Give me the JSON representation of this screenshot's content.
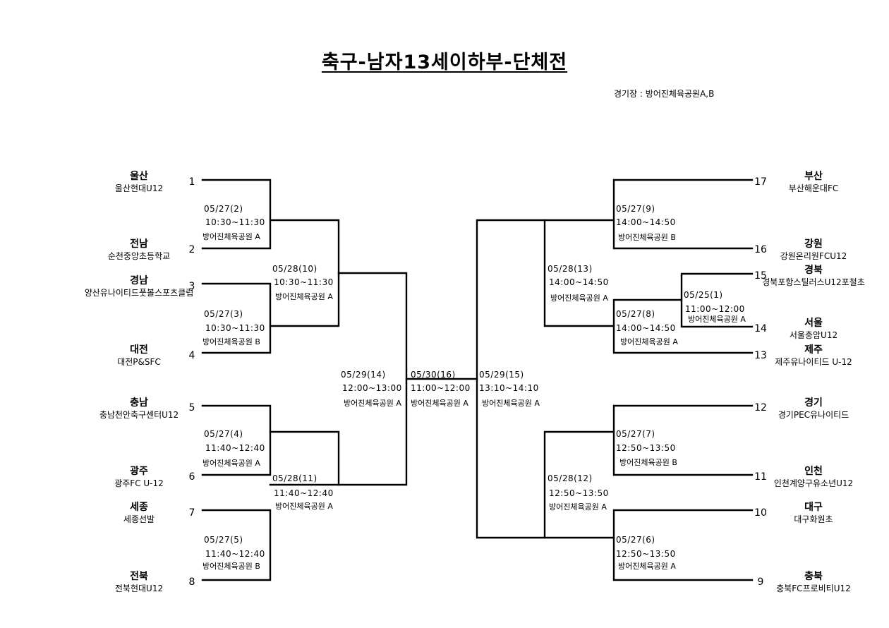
{
  "title": "축구-남자13세이하부-단체전",
  "venue": "경기장 : 방어진체육공원A,B",
  "teams": [
    {
      "seed": "1",
      "region": "울산",
      "club": "울산현대U12"
    },
    {
      "seed": "2",
      "region": "전남",
      "club": "순천중앙초등학교"
    },
    {
      "seed": "3",
      "region": "경남",
      "club": "양산유나이티드풋볼스포츠클럽"
    },
    {
      "seed": "4",
      "region": "대전",
      "club": "대전P&SFC"
    },
    {
      "seed": "5",
      "region": "충남",
      "club": "충남천안축구센터U12"
    },
    {
      "seed": "6",
      "region": "광주",
      "club": "광주FC U-12"
    },
    {
      "seed": "7",
      "region": "세종",
      "club": "세종선발"
    },
    {
      "seed": "8",
      "region": "전북",
      "club": "전북현대U12"
    },
    {
      "seed": "9",
      "region": "충북",
      "club": "충북FC프로비티U12"
    },
    {
      "seed": "10",
      "region": "대구",
      "club": "대구화원초"
    },
    {
      "seed": "11",
      "region": "인천",
      "club": "인천계양구유소년U12"
    },
    {
      "seed": "12",
      "region": "경기",
      "club": "경기PEC유나이티드"
    },
    {
      "seed": "13",
      "region": "제주",
      "club": "제주유나이티드 U-12"
    },
    {
      "seed": "14",
      "region": "서울",
      "club": "서울충암U12"
    },
    {
      "seed": "15",
      "region": "경북",
      "club": "경북포항스틸러스U12포철초"
    },
    {
      "seed": "16",
      "region": "강원",
      "club": "강원온리원FCU12"
    },
    {
      "seed": "17",
      "region": "부산",
      "club": "부산해운대FC"
    }
  ],
  "matches": [
    {
      "date": "05/27(2)",
      "time": "10:30~11:30",
      "venue": "방어진체육공원 A"
    },
    {
      "date": "05/27(3)",
      "time": "10:30~11:30",
      "venue": "방어진체육공원 B"
    },
    {
      "date": "05/27(4)",
      "time": "11:40~12:40",
      "venue": "방어진체육공원 A"
    },
    {
      "date": "05/27(5)",
      "time": "11:40~12:40",
      "venue": "방어진체육공원 B"
    },
    {
      "date": "05/28(10)",
      "time": "10:30~11:30",
      "venue": "방어진체육공원 A"
    },
    {
      "date": "05/28(11)",
      "time": "11:40~12:40",
      "venue": "방어진체육공원 A"
    },
    {
      "date": "05/29(14)",
      "time": "12:00~13:00",
      "venue": "방어진체육공원 A"
    },
    {
      "date": "05/30(16)",
      "time": "11:00~12:00",
      "venue": "방어진체육공원 A"
    },
    {
      "date": "05/29(15)",
      "time": "13:10~14:10",
      "venue": "방어진체육공원 A"
    },
    {
      "date": "05/28(13)",
      "time": "14:00~14:50",
      "venue": "방어진체육공원 A"
    },
    {
      "date": "05/28(12)",
      "time": "12:50~13:50",
      "venue": "방어진체육공원 A"
    },
    {
      "date": "05/27(9)",
      "time": "14:00~14:50",
      "venue": "방어진체육공원 B"
    },
    {
      "date": "05/27(8)",
      "time": "14:00~14:50",
      "venue": "방어진체육공원 A"
    },
    {
      "date": "05/25(1)",
      "time": "11:00~12:00",
      "venue": "방어진체육공원 A"
    },
    {
      "date": "05/27(7)",
      "time": "12:50~13:50",
      "venue": "방어진체육공원 B"
    },
    {
      "date": "05/27(6)",
      "time": "12:50~13:50",
      "venue": "방어진체육공원 A"
    }
  ]
}
